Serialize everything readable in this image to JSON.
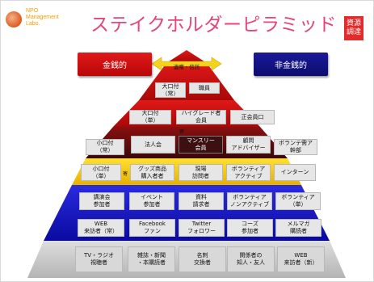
{
  "header": {
    "logo_lines": [
      "NPO",
      "Management",
      "Labo."
    ],
    "title": "ステイクホルダーピラミッド",
    "badge": [
      "資源",
      "調達"
    ]
  },
  "money_labels": {
    "left": "金銭的",
    "right": "非金銭的"
  },
  "arrow_label": "遺贈・信託",
  "tiers": [
    {
      "row1": {
        "a": "大口付\n（常）",
        "b": "職員"
      }
    },
    {
      "cells": [
        "大口付\n（単）",
        "ハイグレード者\n会員",
        "正会員口"
      ]
    },
    {
      "cells": [
        "小口付\n（常）",
        "法人会",
        "マンスリー\n会員",
        "顧問\nアドバイザー",
        "ボランテ需ア\n幹部"
      ],
      "note": "寄"
    },
    {
      "cells": [
        "小口付\n（単）",
        "グッズ商品\n購入者者",
        "現場\n訪問者",
        "ボランティア\nアクティブ",
        "インターン"
      ],
      "note": "寄"
    },
    {
      "cells": [
        "講演会\n参加者",
        "イベント\n参加者",
        "資料\n請求者",
        "ボランティア\nノンアクティブ",
        "ボランティア\n（単）"
      ]
    },
    {
      "cells": [
        "WEB\n来訪者（常）",
        "Facebook\nファン",
        "Twitter\nフォロワー",
        "コーズ\n参加者",
        "メルマガ\n購読者"
      ]
    },
    {
      "cells": [
        "TV・ラジオ\n視聴者",
        "雑誌・新聞\n・本購読者",
        "名刺\n交換者",
        "関係者の\n知人・友人",
        "WEB\n来訪者（新）"
      ]
    }
  ],
  "colors": {
    "title": "#e5457a",
    "badge": "#e32b2b",
    "red": "#c90d0d",
    "dark_red": "#5a0d0d",
    "yellow": "#f1c40f",
    "blue": "#1212c8",
    "gray": "#cfcfcf"
  }
}
